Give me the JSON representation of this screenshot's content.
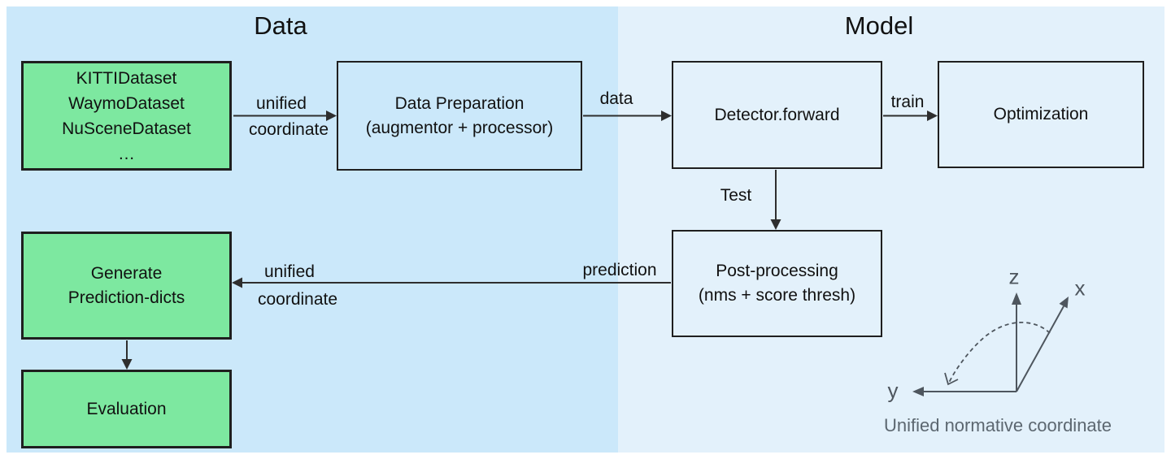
{
  "titles": {
    "data": "Data",
    "model": "Model"
  },
  "boxes": {
    "datasets": {
      "lines": [
        "KITTIDataset",
        "WaymoDataset",
        "NuSceneDataset",
        "…"
      ]
    },
    "data_preparation": {
      "lines": [
        "Data Preparation",
        "(augmentor + processor)"
      ]
    },
    "detector": {
      "label": "Detector.forward"
    },
    "optimization": {
      "label": "Optimization"
    },
    "post_processing": {
      "lines": [
        "Post-processing",
        "(nms + score thresh)"
      ]
    },
    "generate_prediction": {
      "lines": [
        "Generate",
        "Prediction-dicts"
      ]
    },
    "evaluation": {
      "label": "Evaluation"
    }
  },
  "arrow_labels": {
    "unified_top_line1": "unified",
    "unified_top_line2": "coordinate",
    "data": "data",
    "train": "train",
    "test": "Test",
    "prediction": "prediction",
    "unified_bottom_line1": "unified",
    "unified_bottom_line2": "coordinate"
  },
  "coordinate_diagram": {
    "axis_z": "z",
    "axis_x": "x",
    "axis_y": "y",
    "caption": "Unified normative coordinate"
  },
  "colors": {
    "data_region_bg": "#cbe8fa",
    "model_region_bg": "#e3f1fb",
    "green_box_fill": "#7de8a0",
    "box_border": "#1f1f1f",
    "arrow": "#2e2e2e",
    "diagram_gray": "#4e565e",
    "caption_gray": "#5c6770"
  }
}
